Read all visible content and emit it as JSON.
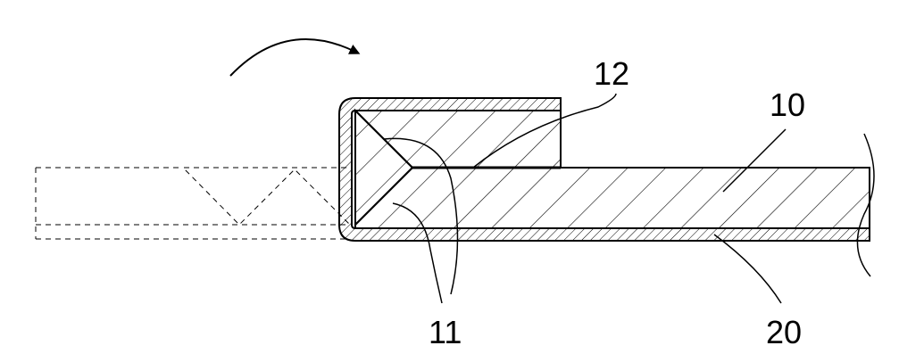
{
  "figure": {
    "reference_numerals": {
      "panel": "10",
      "corner_bevel": "11",
      "folded_flap": "12",
      "cover_sheet": "20"
    },
    "colors": {
      "stroke": "#000000",
      "hatch": "#000000",
      "background": "#ffffff"
    },
    "icons": {
      "fold_direction": "curved-arrow-icon"
    }
  }
}
